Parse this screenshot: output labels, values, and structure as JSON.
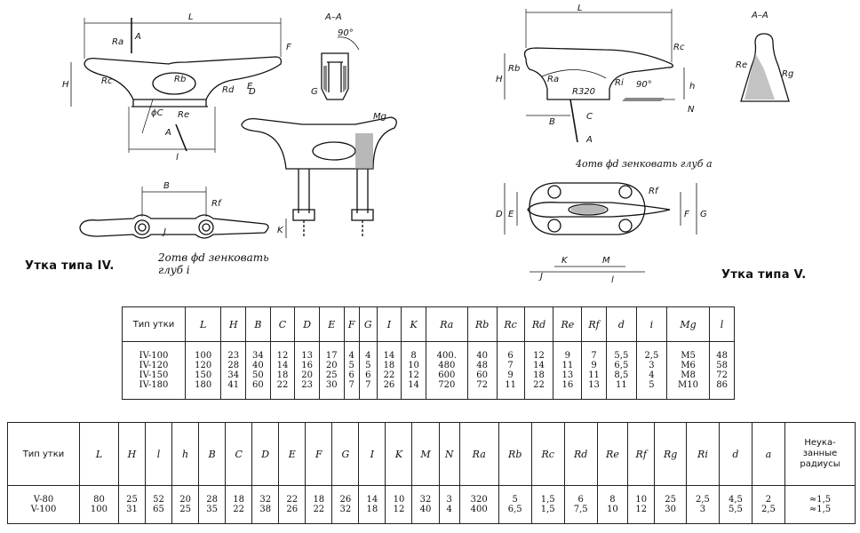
{
  "drawing_iv": {
    "caption": "Утка типа IV.",
    "note": "2отв ϕd зенковать глуб i",
    "labels": [
      "L",
      "H",
      "Ra",
      "Rc",
      "Rb",
      "Rd",
      "Re",
      "E",
      "F",
      "D",
      "ϕC",
      "A",
      "A",
      "l",
      "B",
      "Rf",
      "J",
      "K",
      "G",
      "Mg",
      "A–A",
      "90°"
    ]
  },
  "drawing_v": {
    "caption": "Утка типа V.",
    "note": "4отв ϕd зенковать глуб a",
    "labels": [
      "L",
      "A–A",
      "Rc",
      "Rb",
      "Ra",
      "Ri",
      "90°",
      "R320",
      "H",
      "h",
      "N",
      "B",
      "C",
      "A",
      "Re",
      "Rg",
      "Rf",
      "D",
      "E",
      "F",
      "G",
      "K",
      "M",
      "J",
      "l"
    ]
  },
  "table_iv": {
    "headers": [
      "Тип утки",
      "L",
      "H",
      "B",
      "C",
      "D",
      "E",
      "F",
      "G",
      "I",
      "K",
      "Ra",
      "Rb",
      "Rc",
      "Rd",
      "Re",
      "Rf",
      "d",
      "i",
      "Mg",
      "l"
    ],
    "rows": [
      [
        "IV-100\nIV-120\nIV-150\nIV-180",
        "100\n120\n150\n180",
        "23\n28\n34\n41",
        "34\n40\n50\n60",
        "12\n14\n18\n22",
        "13\n16\n20\n23",
        "17\n20\n25\n30",
        "4\n5\n6\n7",
        "4\n5\n6\n7",
        "14\n18\n22\n26",
        "8\n10\n12\n14",
        "400.\n480\n600\n720",
        "40\n48\n60\n72",
        "6\n7\n9\n11",
        "12\n14\n18\n22",
        "9\n11\n13\n16",
        "7\n9\n11\n13",
        "5,5\n6,5\n8,5\n11",
        "2,5\n3\n4\n5",
        "M5\nM6\nM8\nM10",
        "48\n58\n72\n86"
      ]
    ]
  },
  "table_v": {
    "headers": [
      "Тип утки",
      "L",
      "H",
      "l",
      "h",
      "B",
      "C",
      "D",
      "E",
      "F",
      "G",
      "I",
      "K",
      "M",
      "N",
      "Ra",
      "Rb",
      "Rc",
      "Rd",
      "Re",
      "Rf",
      "Rg",
      "Ri",
      "d",
      "a",
      "Неука-\nзанные\nрадиусы"
    ],
    "rows": [
      [
        "V-80\nV-100",
        "80\n100",
        "25\n31",
        "52\n65",
        "20\n25",
        "28\n35",
        "18\n22",
        "32\n38",
        "22\n26",
        "18\n22",
        "26\n32",
        "14\n18",
        "10\n12",
        "32\n40",
        "3\n4",
        "320\n400",
        "5\n6,5",
        "1,5\n1,5",
        "6\n7,5",
        "8\n10",
        "10\n12",
        "25\n30",
        "2,5\n3",
        "4,5\n5,5",
        "2\n2,5",
        "≈1,5\n≈1,5"
      ]
    ]
  }
}
